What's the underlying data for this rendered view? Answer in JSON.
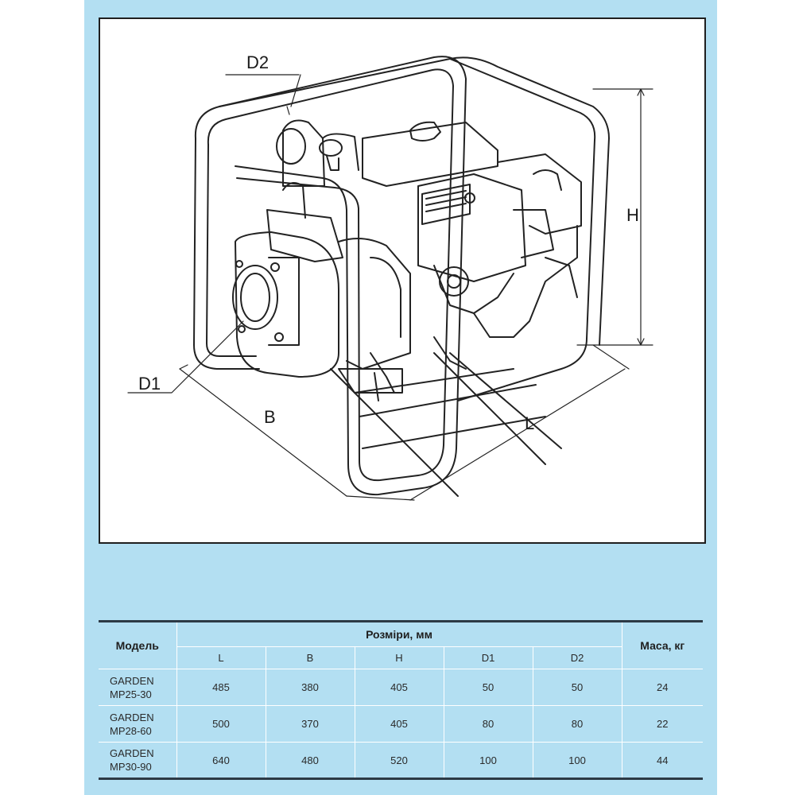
{
  "diagram": {
    "labels": {
      "d2": "D2",
      "d1": "D1",
      "b": "B",
      "l": "L",
      "h": "H"
    }
  },
  "table": {
    "model_header": "Модель",
    "dimensions_header": "Розміри, мм",
    "mass_header": "Маса, кг",
    "dimension_columns": [
      "L",
      "B",
      "H",
      "D1",
      "D2"
    ],
    "rows": [
      {
        "model_line1": "GARDEN",
        "model_line2": "MP25-30",
        "values": [
          "485",
          "380",
          "405",
          "50",
          "50"
        ],
        "mass": "24"
      },
      {
        "model_line1": "GARDEN",
        "model_line2": "MP28-60",
        "values": [
          "500",
          "370",
          "405",
          "80",
          "80"
        ],
        "mass": "22"
      },
      {
        "model_line1": "GARDEN",
        "model_line2": "MP30-90",
        "values": [
          "640",
          "480",
          "520",
          "100",
          "100"
        ],
        "mass": "44"
      }
    ]
  }
}
